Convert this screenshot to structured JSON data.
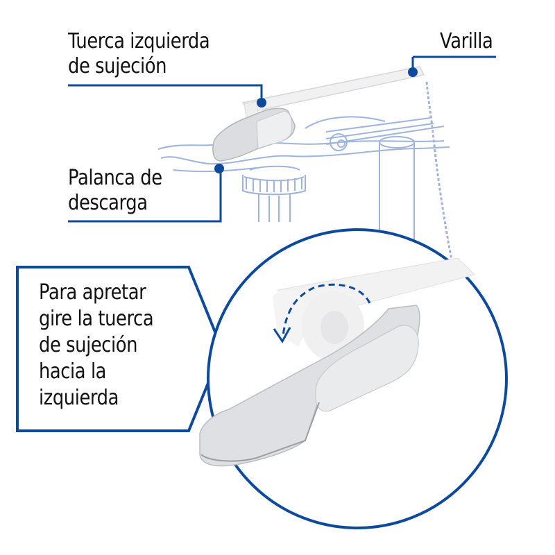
{
  "labels": {
    "tuerca": {
      "line1": "Tuerca izquierda",
      "line2": "de sujeción"
    },
    "varilla": {
      "line1": "Varilla"
    },
    "palanca": {
      "line1": "Palanca de",
      "line2": "descarga"
    }
  },
  "callout": {
    "lines": [
      "Para apretar",
      "gire la tuerca",
      "de sujeción",
      "hacia la",
      "izquierda"
    ]
  },
  "colors": {
    "accent_blue": "#0d4a9c",
    "sketch_blue": "#9fb4dc",
    "chrome_light": "#e8e9eb",
    "chrome_mid": "#c9cacd",
    "text": "#111111"
  },
  "icons": [
    "leader-dot-icon",
    "rotate-counterclockwise-arrow-icon"
  ]
}
